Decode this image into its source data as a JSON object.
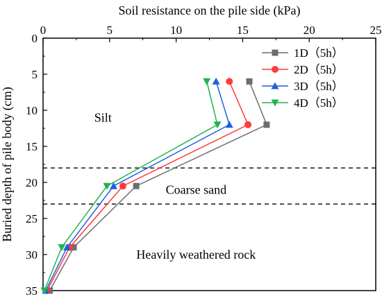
{
  "chart_data": {
    "type": "line",
    "title": "",
    "xlabel": "Soil resistance on the pile side (kPa)",
    "ylabel": "Buried depth of pile body (cm)",
    "x_axis_position": "top",
    "y_axis_inverted": true,
    "xlim": [
      0,
      25
    ],
    "ylim": [
      0,
      35
    ],
    "xticks": [
      0,
      5,
      10,
      15,
      20,
      25
    ],
    "yticks": [
      0,
      5,
      10,
      15,
      20,
      25,
      30,
      35
    ],
    "grid": false,
    "legend_position": "top-right",
    "series": [
      {
        "name": "1D（5h）",
        "color": "#6d6d6d",
        "marker": "square",
        "points": [
          [
            15.5,
            6
          ],
          [
            16.8,
            12
          ],
          [
            7,
            20.5
          ],
          [
            2.3,
            29
          ],
          [
            0.5,
            35
          ]
        ]
      },
      {
        "name": "2D（5h）",
        "color": "#ff3b3b",
        "marker": "circle",
        "points": [
          [
            14,
            6
          ],
          [
            15.4,
            12
          ],
          [
            6,
            20.5
          ],
          [
            2,
            29
          ],
          [
            0.3,
            35
          ]
        ]
      },
      {
        "name": "3D（5h）",
        "color": "#1f5fe0",
        "marker": "triangle-up",
        "points": [
          [
            13,
            6
          ],
          [
            14,
            12
          ],
          [
            5.3,
            20.5
          ],
          [
            1.8,
            29
          ],
          [
            0.2,
            35
          ]
        ]
      },
      {
        "name": "4D（5h）",
        "color": "#22b24c",
        "marker": "triangle-down",
        "points": [
          [
            12.3,
            6
          ],
          [
            13.1,
            12
          ],
          [
            4.8,
            20.5
          ],
          [
            1.4,
            29
          ],
          [
            0.1,
            35
          ]
        ]
      }
    ],
    "reference_lines": [
      {
        "orientation": "horizontal",
        "y": 18,
        "style": "dashed"
      },
      {
        "orientation": "horizontal",
        "y": 23,
        "style": "dashed"
      }
    ],
    "annotations": [
      {
        "text": "Silt",
        "x": 4.5,
        "y": 11
      },
      {
        "text": "Coarse sand",
        "x": 11.5,
        "y": 21
      },
      {
        "text": "Heavily weathered rock",
        "x": 11.5,
        "y": 30
      }
    ]
  }
}
